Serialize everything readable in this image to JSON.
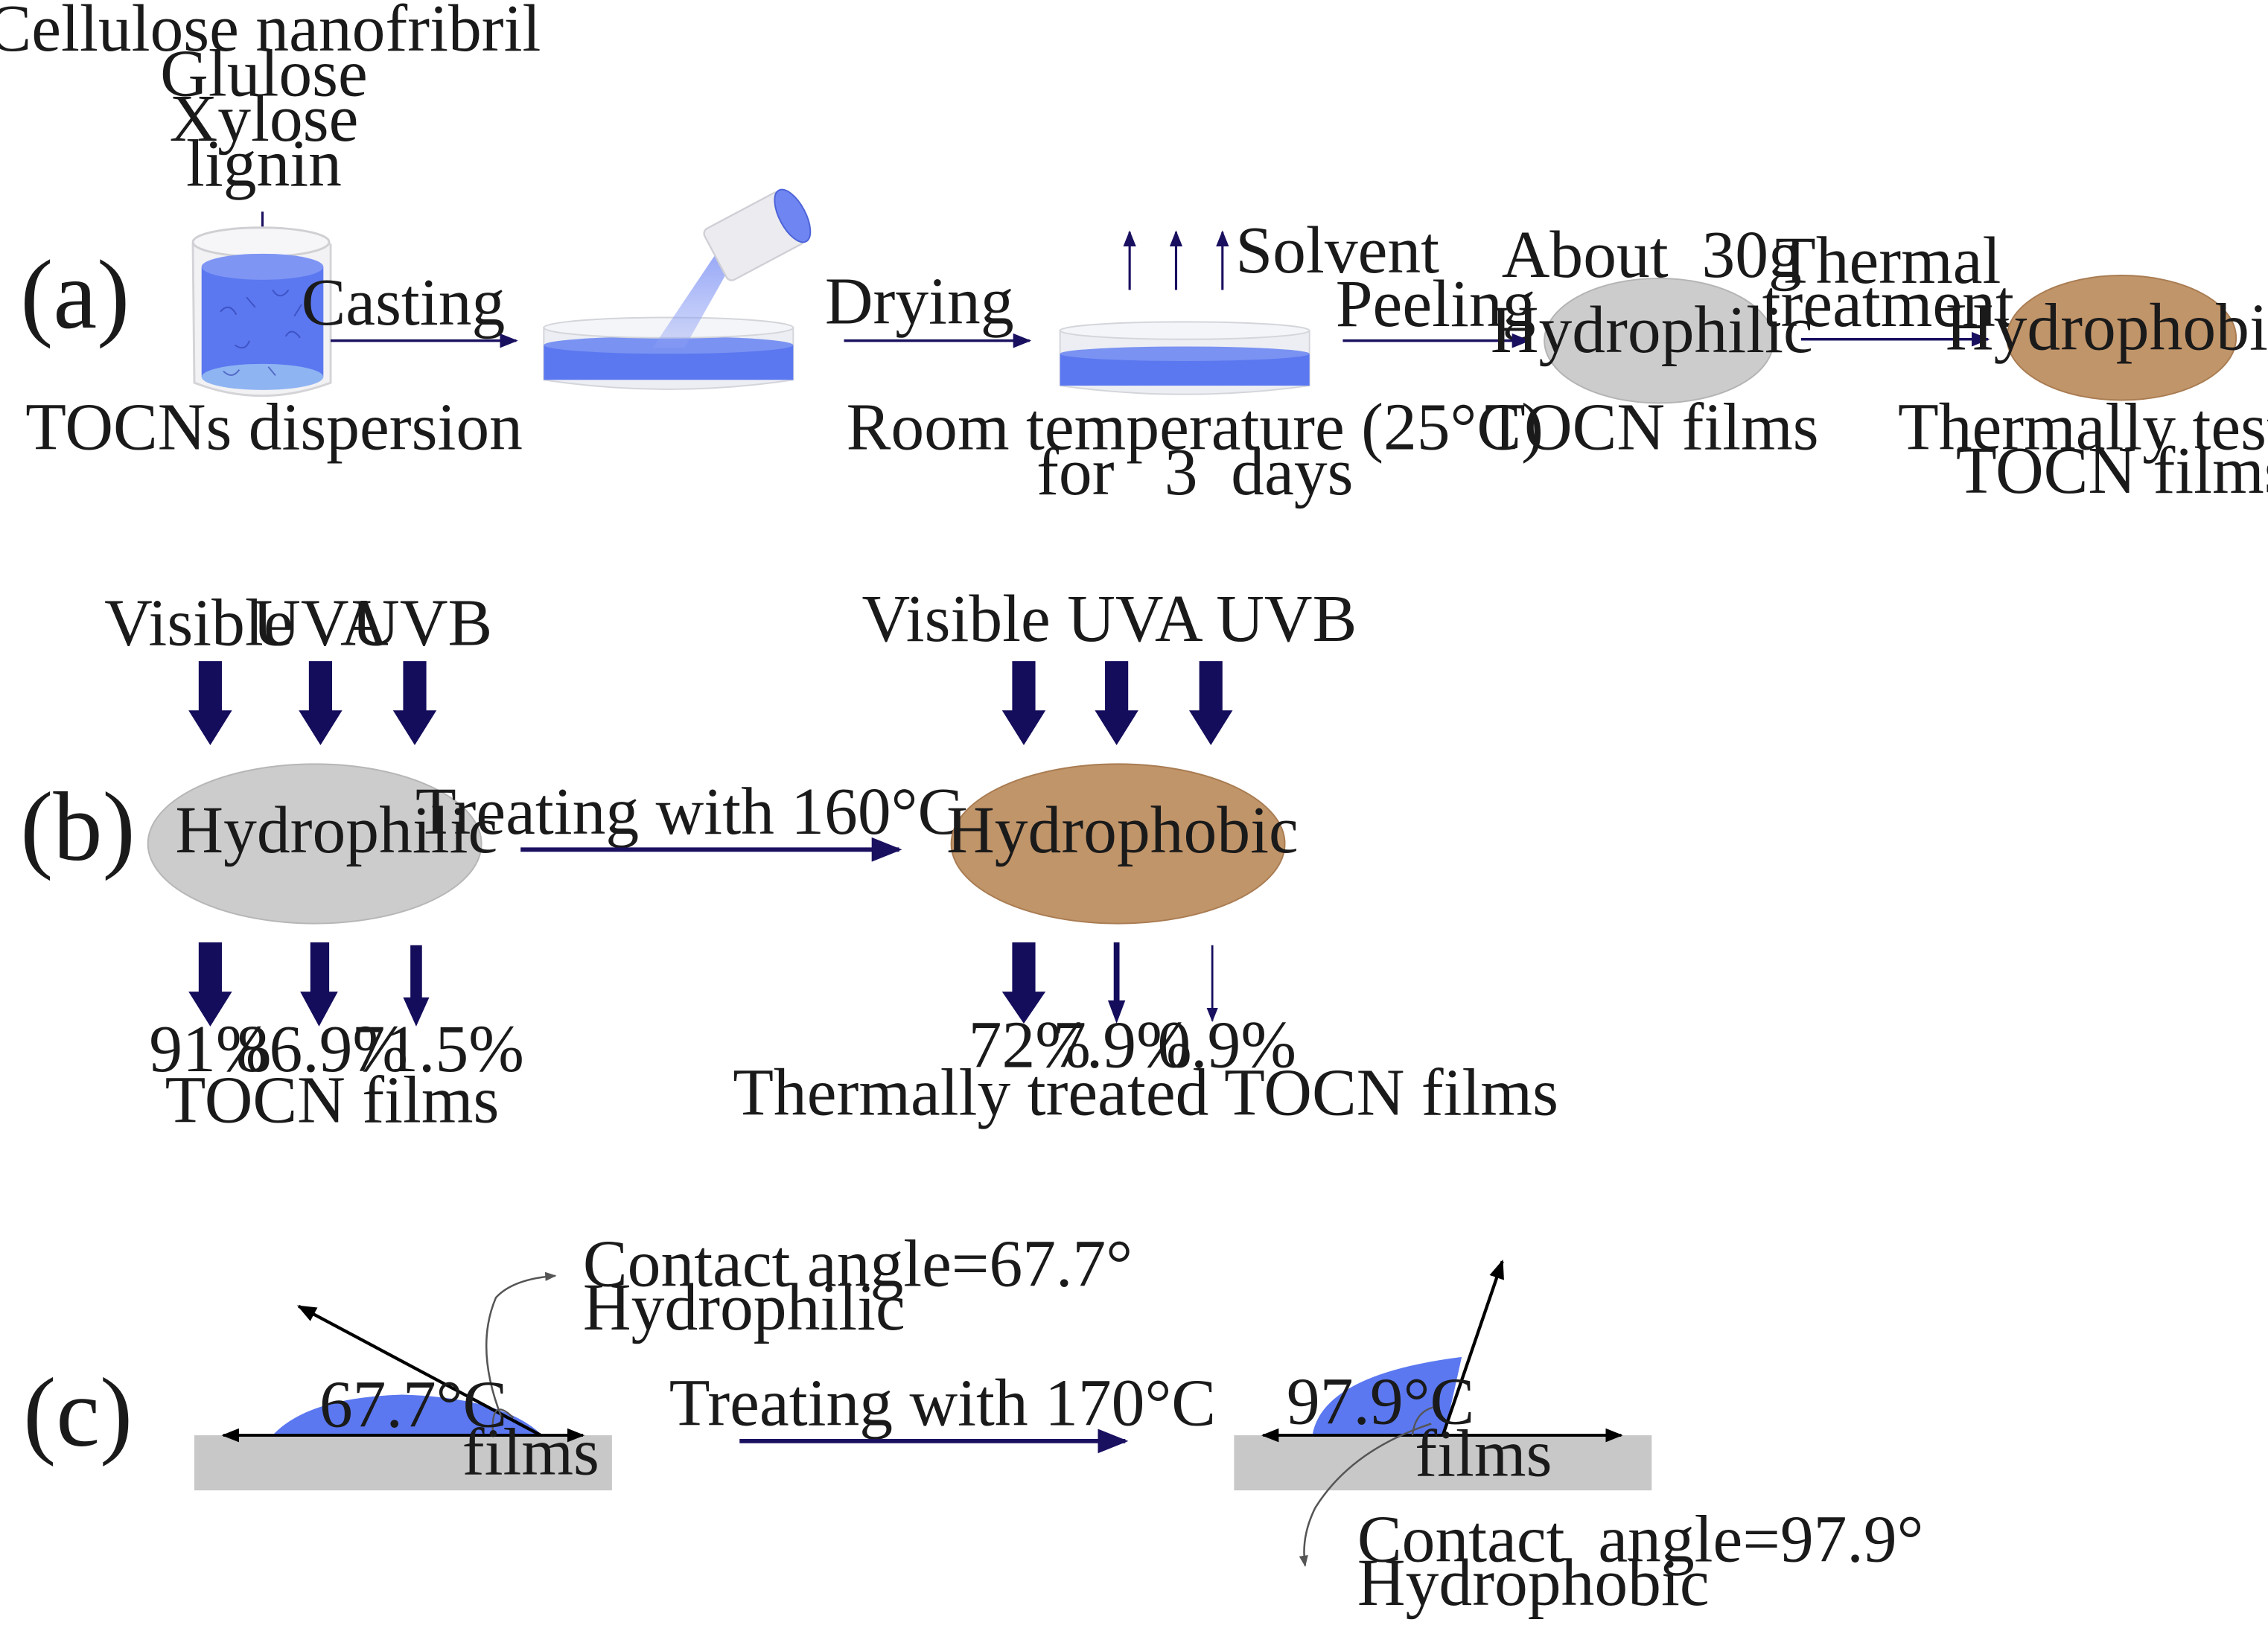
{
  "panels": {
    "a": "(a)",
    "b": "(b)",
    "c": "(c)"
  },
  "colors": {
    "blue_liquid": "#5b78f0",
    "arrow_navy": "#1a1060",
    "hydrophilic_fill": "#cccccc",
    "hydrophobic_fill": "#c1956a",
    "film_gray": "#c8c8c8"
  },
  "panel_a": {
    "ingredients": [
      "Cellulose nanofribril",
      "Glulose",
      "Xylose",
      "lignin"
    ],
    "dispersion_label": "TOCNs dispersion",
    "step_casting": "Casting",
    "step_drying": "Drying",
    "solvent_label": "Solvent",
    "drying_condition_line1": "Room temperature (25°C)",
    "drying_condition_line2": "for   3  days",
    "step_peeling": "Peeling",
    "weight_label": "About  30g",
    "hydrophilic": "Hydrophilic",
    "tocn_films": "TOCN films",
    "step_thermal_line1": "Thermal",
    "step_thermal_line2": "treatment",
    "hydrophobic": "Hydrophobic",
    "tested_line1": "Thermally tested",
    "tested_line2": "TOCN films"
  },
  "panel_b": {
    "light_labels_left": [
      "Visible",
      "UVA",
      "UVB"
    ],
    "light_labels_right": "Visible UVA UVB",
    "hydrophilic": "Hydrophilic",
    "treatment": "Treating with 160°C",
    "hydrophobic": "Hydrophobic",
    "transmittance_left": [
      "91%",
      "86.9%",
      "71.5%"
    ],
    "transmittance_right": [
      "72%",
      "7.9%",
      "0.9%"
    ],
    "left_caption": "TOCN films",
    "right_caption": "Thermally treated TOCN films"
  },
  "panel_c": {
    "left_contact_line1": "Contact angle=67.7°",
    "left_contact_line2": "Hydrophilic",
    "left_angle": "67.7°C",
    "left_films": "films",
    "treatment": "Treating with 170°C",
    "right_angle": "97.9°C",
    "right_films": "films",
    "right_contact_line1": "Contact  angle=97.9°",
    "right_contact_line2": "Hydrophobic"
  }
}
